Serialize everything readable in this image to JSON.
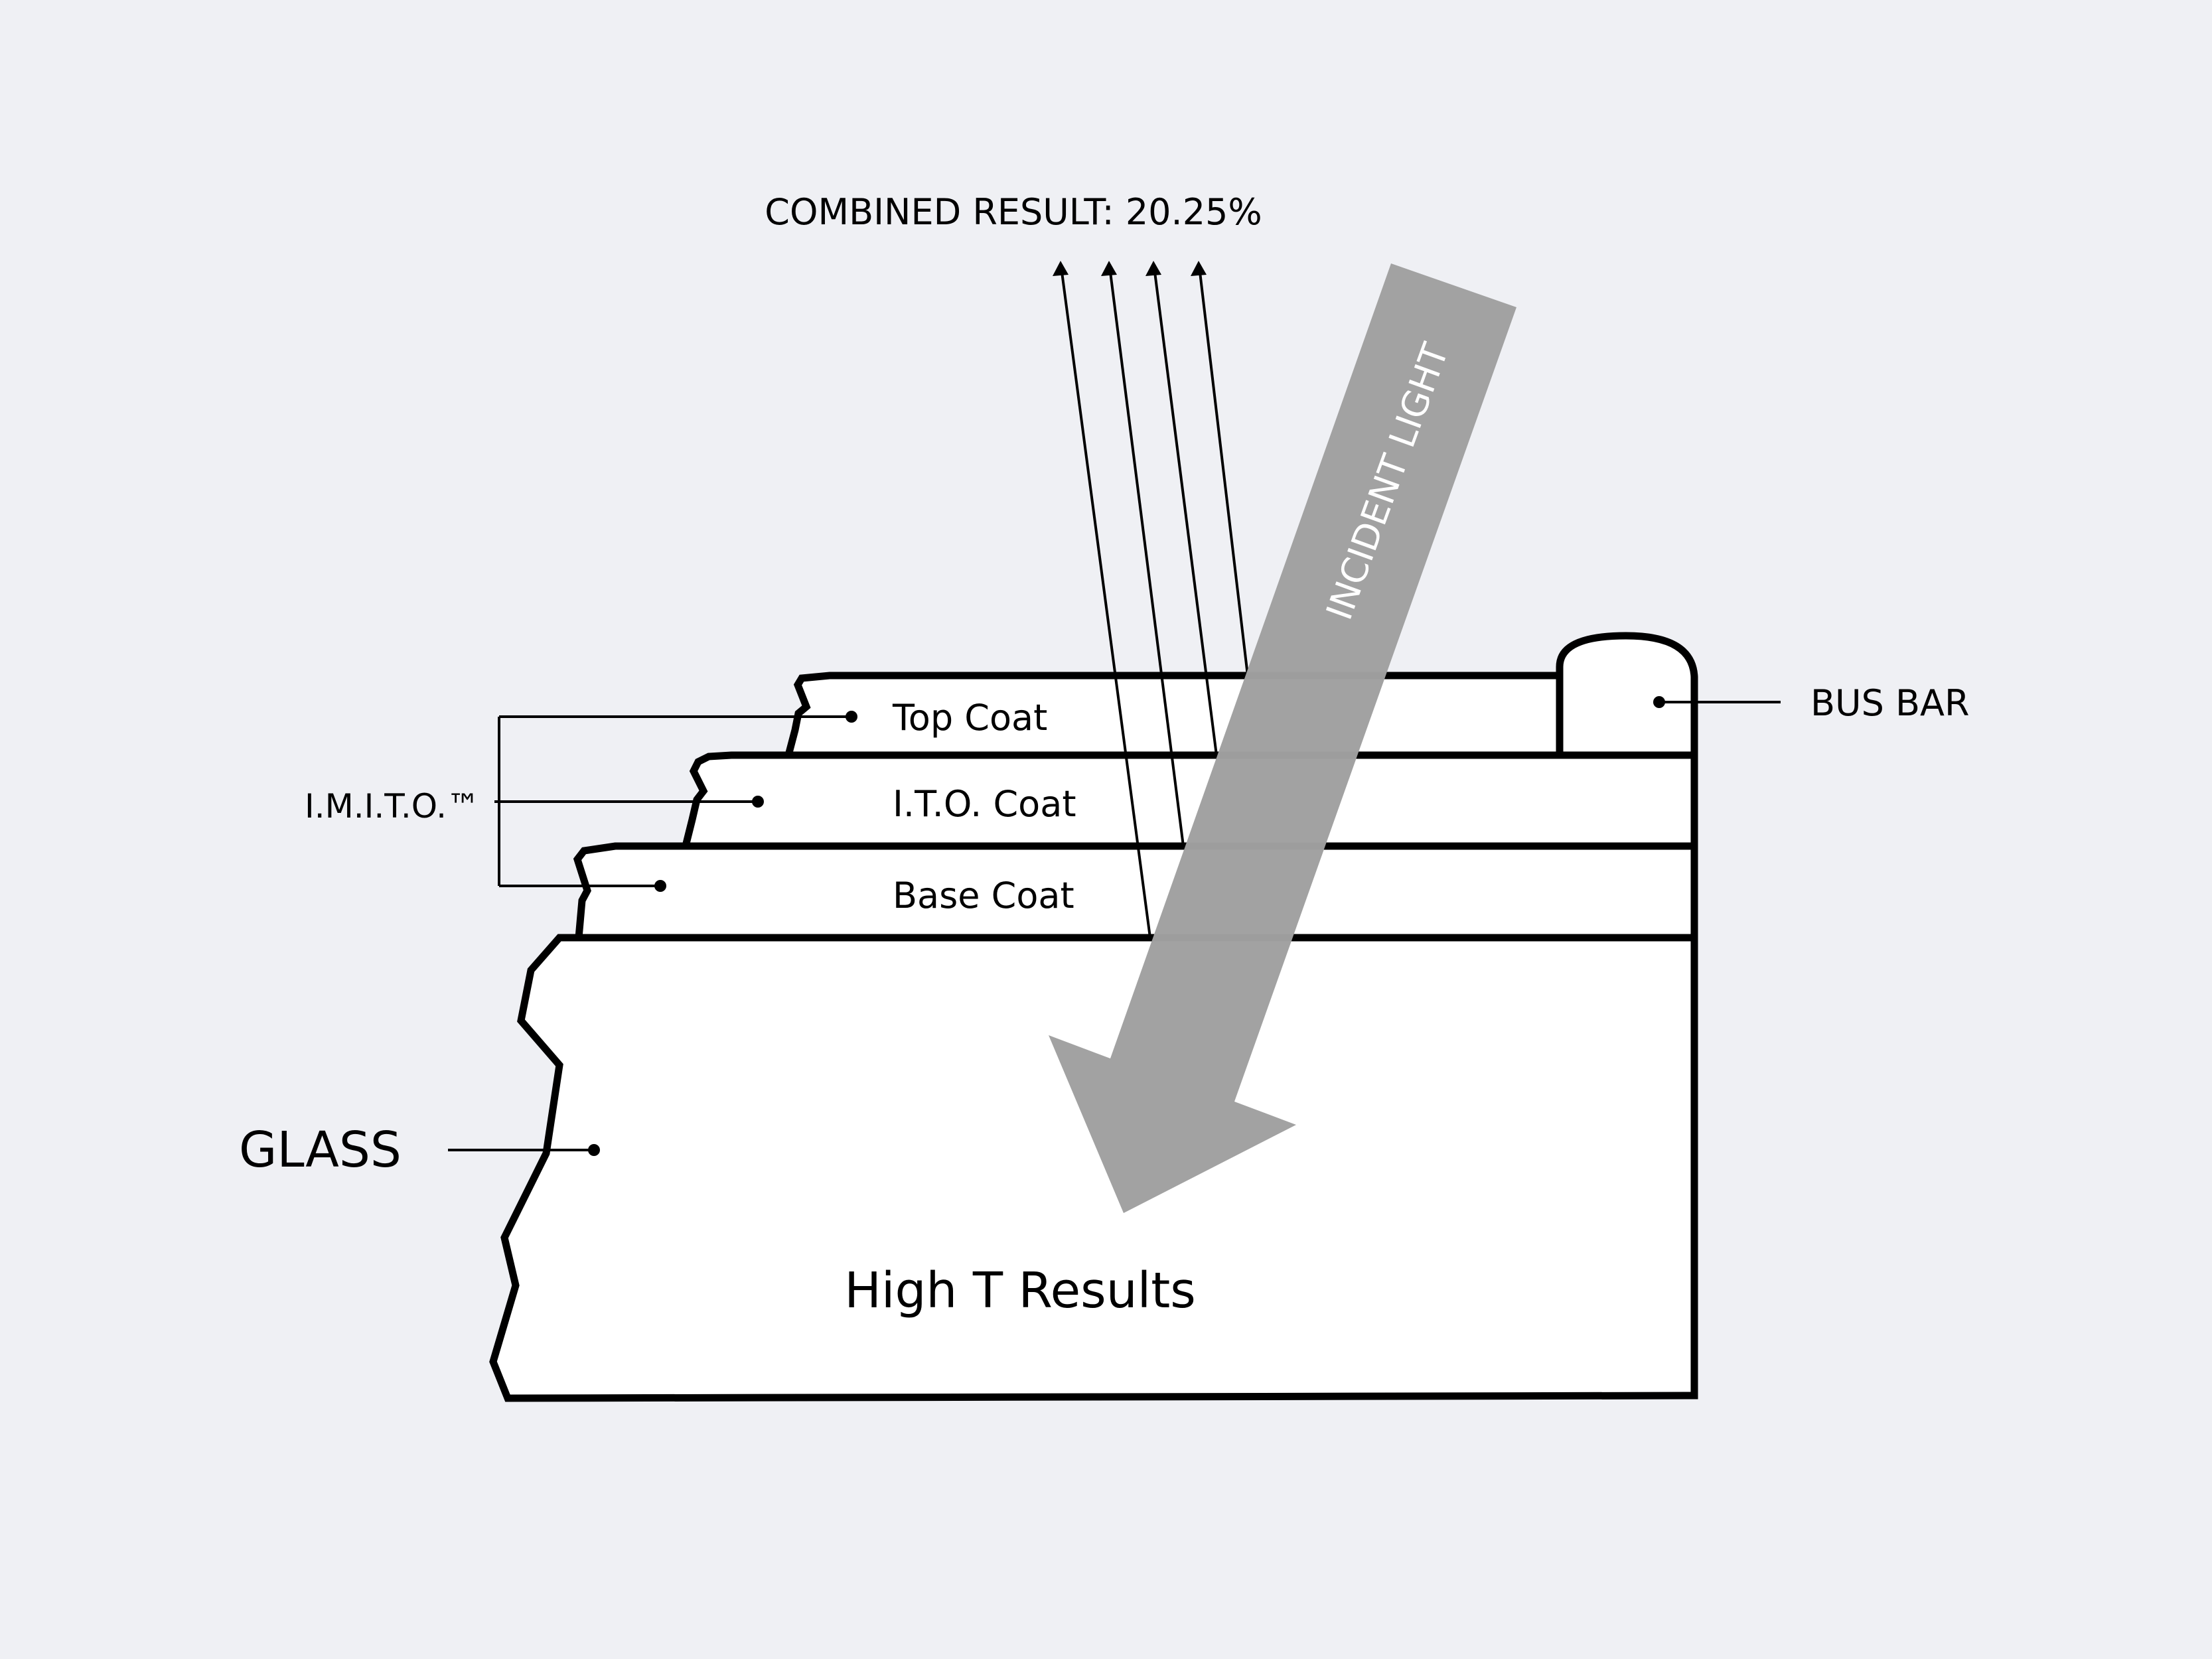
{
  "title": "COMBINED RESULT: 20.25%",
  "arrow": {
    "label": "INCIDENT LIGHT",
    "color": "#a0a0a0"
  },
  "layers": {
    "top_coat": "Top Coat",
    "ito_coat": "I.T.O. Coat",
    "base_coat": "Base Coat"
  },
  "group_label": "I.M.I.T.O.™",
  "glass_label": "GLASS",
  "bus_bar_label": "BUS BAR",
  "result_label": "High T Results",
  "colors": {
    "background": "#eff0f4",
    "outline": "#000000",
    "fill": "#ffffff"
  }
}
